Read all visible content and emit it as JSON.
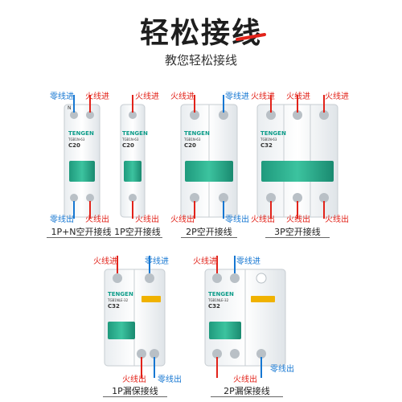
{
  "header": {
    "title": "轻松接线",
    "subtitle": "教您轻松接线"
  },
  "wire_labels": {
    "neutral_in": "零线进",
    "live_in": "火线进",
    "neutral_out": "零线出",
    "live_out": "火线出"
  },
  "breakers": [
    {
      "caption": "1P+N空开接线",
      "brand": "TENGEN",
      "model": "TGB1N-63",
      "rating": "C20",
      "terminal_mark": "N"
    },
    {
      "caption": "1P空开接线",
      "brand": "TENGEN",
      "model": "TGB1N-63",
      "rating": "C20"
    },
    {
      "caption": "2P空开接线",
      "brand": "TENGEN",
      "model": "TGB1N-63",
      "rating": "C20"
    },
    {
      "caption": "3P空开接线",
      "brand": "TENGEN",
      "model": "TGB1N-63",
      "rating": "C32"
    },
    {
      "caption": "1P漏保接线",
      "brand": "TENGEN",
      "model": "TGB1NLE-32",
      "rating": "C32"
    },
    {
      "caption": "2P漏保接线",
      "brand": "TENGEN",
      "model": "TGB1NLE-32",
      "rating": "C32"
    }
  ],
  "colors": {
    "live": "#e2231a",
    "neutral": "#1677d2",
    "handle": "#2aa88a",
    "brand": "#0f9d8a"
  }
}
